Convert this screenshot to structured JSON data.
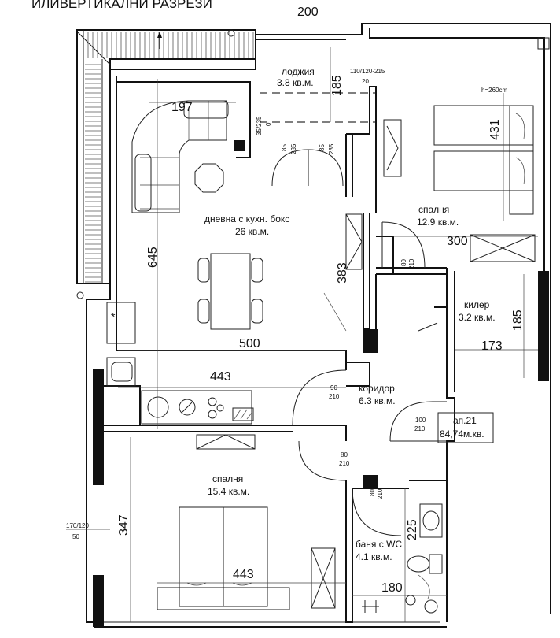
{
  "header": {
    "top_text": "ИЛИВЕРТИКАЛНИ РАЗРЕЗИ",
    "top_dimension": "200"
  },
  "rooms": {
    "loggia": {
      "name": "лоджия",
      "area": "3.8 кв.м."
    },
    "living": {
      "name": "дневна с кухн. бокс",
      "area": "26 кв.м."
    },
    "bedroom1": {
      "name": "спалня",
      "area": "12.9 кв.м."
    },
    "closet": {
      "name": "килер",
      "area": "3.2 кв.м."
    },
    "corridor": {
      "name": "коридор",
      "area": "6.3 кв.м."
    },
    "bedroom2": {
      "name": "спалня",
      "area": "15.4 кв.м."
    },
    "bathroom": {
      "name": "баня с WC",
      "area": "4.1 кв.м."
    }
  },
  "apartment": {
    "number": "ап.21",
    "area": "84,74м.кв."
  },
  "dimensions": {
    "d197": "197",
    "d185_loggia": "185",
    "d431": "431",
    "d645": "645",
    "d383": "383",
    "d500": "500",
    "d300": "300",
    "d185_closet": "185",
    "d173": "173",
    "d443_kitchen": "443",
    "d347": "347",
    "d443_bed": "443",
    "d225": "225",
    "d180": "180"
  },
  "doors": {
    "d_110": "110/120-215",
    "d_110b": "20",
    "d_35": "35/235",
    "d_35b": "0",
    "d_85a": "85",
    "d_85a_b": "235",
    "d_85b": "85",
    "d_85b_b": "235",
    "d_80a": "80",
    "d_80a_b": "210",
    "d_90": "90",
    "d_90b": "210",
    "d_100": "100",
    "d_100b": "210",
    "d_80b": "80",
    "d_80b_b": "210",
    "d_80c": "80",
    "d_80c_b": "210",
    "d_170": "170/120",
    "d_170b": "50"
  },
  "notes": {
    "ceiling_height": "h=260cm"
  },
  "icons": {
    "arrow": "north-arrow-icon",
    "stove": "stove-icon",
    "sink": "sink-icon"
  }
}
